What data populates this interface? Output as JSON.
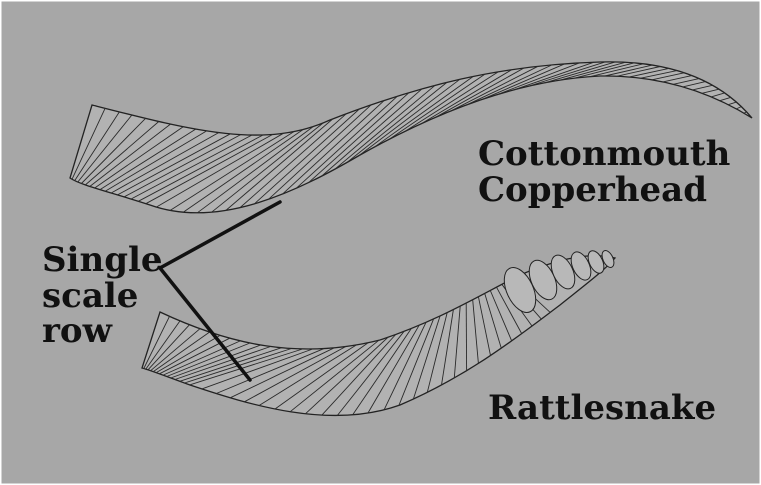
{
  "figure": {
    "labels": {
      "species_top_line1": "Cottonmouth",
      "species_top_line2": "Copperhead",
      "species_bottom": "Rattlesnake",
      "callout_line1": "Single",
      "callout_line2": "scale",
      "callout_line3": "row"
    },
    "colors": {
      "background": "#a7a7a7",
      "ink": "#111111"
    }
  }
}
